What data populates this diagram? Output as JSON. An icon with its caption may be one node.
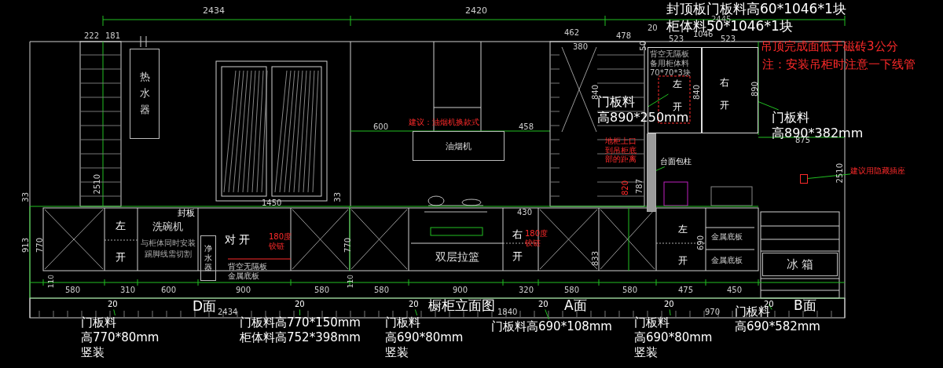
{
  "diagram": {
    "nodes": [
      {
        "text": [
          "热水器"
        ]
      },
      {
        "text": [
          "油烟机"
        ]
      },
      {
        "text": [
          "洗碗机",
          "与柜体同时安装踢脚线需切割"
        ]
      },
      {
        "text": [
          "净水器"
        ]
      },
      {
        "text": [
          "双层拉篮"
        ]
      },
      {
        "text": [
          "冰 箱"
        ]
      },
      {
        "text": [
          "门板料高890*250mm"
        ]
      },
      {
        "text": [],
        "shape": "box"
      },
      {
        "text": [
          "门板料高890*382mm"
        ]
      },
      {
        "text": [],
        "shape": "box"
      },
      {
        "text": [
          "台面包柱"
        ]
      },
      {
        "text": [],
        "shape": "bar"
      },
      {
        "text": [
          "建议用隐藏插座"
        ]
      },
      {
        "text": [],
        "shape": "box"
      },
      {
        "text": [
          "门板料高770*80mm竖装"
        ]
      },
      {
        "text": [
          "门板料高770*150mm",
          "柜体料高752*398mm"
        ]
      },
      {
        "text": [
          "门板料高690*80mm竖装"
        ]
      },
      {
        "text": [
          "门板料高690*108mm"
        ]
      },
      {
        "text": [
          "门板料高690*80mm竖装"
        ]
      },
      {
        "text": [
          "门板料高690*582mm"
        ]
      },
      {
        "text": [
          "20"
        ]
      },
      {
        "text": [
          "20"
        ]
      },
      {
        "text": [
          "20"
        ]
      },
      {
        "text": [
          "20"
        ]
      },
      {
        "text": [
          "20"
        ]
      },
      {
        "text": [
          "20"
        ]
      }
    ],
    "edges": [
      {
        "from": 6,
        "to": 7,
        "arrow": "none"
      },
      {
        "from": 8,
        "to": 9,
        "arrow": "none"
      },
      {
        "from": 10,
        "to": 11,
        "arrow": "none"
      },
      {
        "from": 12,
        "to": 13,
        "arrow": "none"
      },
      {
        "from": 14,
        "to": 20,
        "arrow": "none"
      },
      {
        "from": 15,
        "to": 21,
        "arrow": "none"
      },
      {
        "from": 16,
        "to": 22,
        "arrow": "none"
      },
      {
        "from": 17,
        "to": 23,
        "arrow": "none"
      },
      {
        "from": 18,
        "to": 24,
        "arrow": "none"
      },
      {
        "from": 19,
        "to": 25,
        "arrow": "none"
      }
    ],
    "labels": [
      "2434",
      "2420",
      "封顶板门板料高60*1046*1块",
      "2445",
      "柜体料50*1046*1块",
      "20",
      "222",
      "181",
      "462",
      "380",
      "478",
      "50",
      "523",
      "1046",
      "523",
      "吊顶完成面低于磁砖3公分",
      "注：安装吊柜时注意一下线管",
      "背空无隔板",
      "备用柜体料70*70*3块",
      "左",
      "开",
      "右",
      "开",
      "840",
      "840",
      "890",
      "2510",
      "600",
      "建议：油烟机换款式",
      "458",
      "地柜上口到吊柜底部的距离",
      "875",
      "820",
      "787",
      "2510",
      "33",
      "33",
      "1450",
      "430",
      "913",
      "770",
      "110",
      "左",
      "开",
      "封板",
      "对 开",
      "180度铰链",
      "背空无隔板金属底板",
      "770",
      "右",
      "开",
      "180度铰链",
      "833",
      "左",
      "开",
      "690",
      "金属底板",
      "金属底板",
      "110",
      "580",
      "310",
      "600",
      "900",
      "580",
      "580",
      "900",
      "320",
      "580",
      "580",
      "475",
      "450",
      "D面",
      "2434",
      "橱柜立面图",
      "1840",
      "A面",
      "970",
      "B面"
    ]
  }
}
